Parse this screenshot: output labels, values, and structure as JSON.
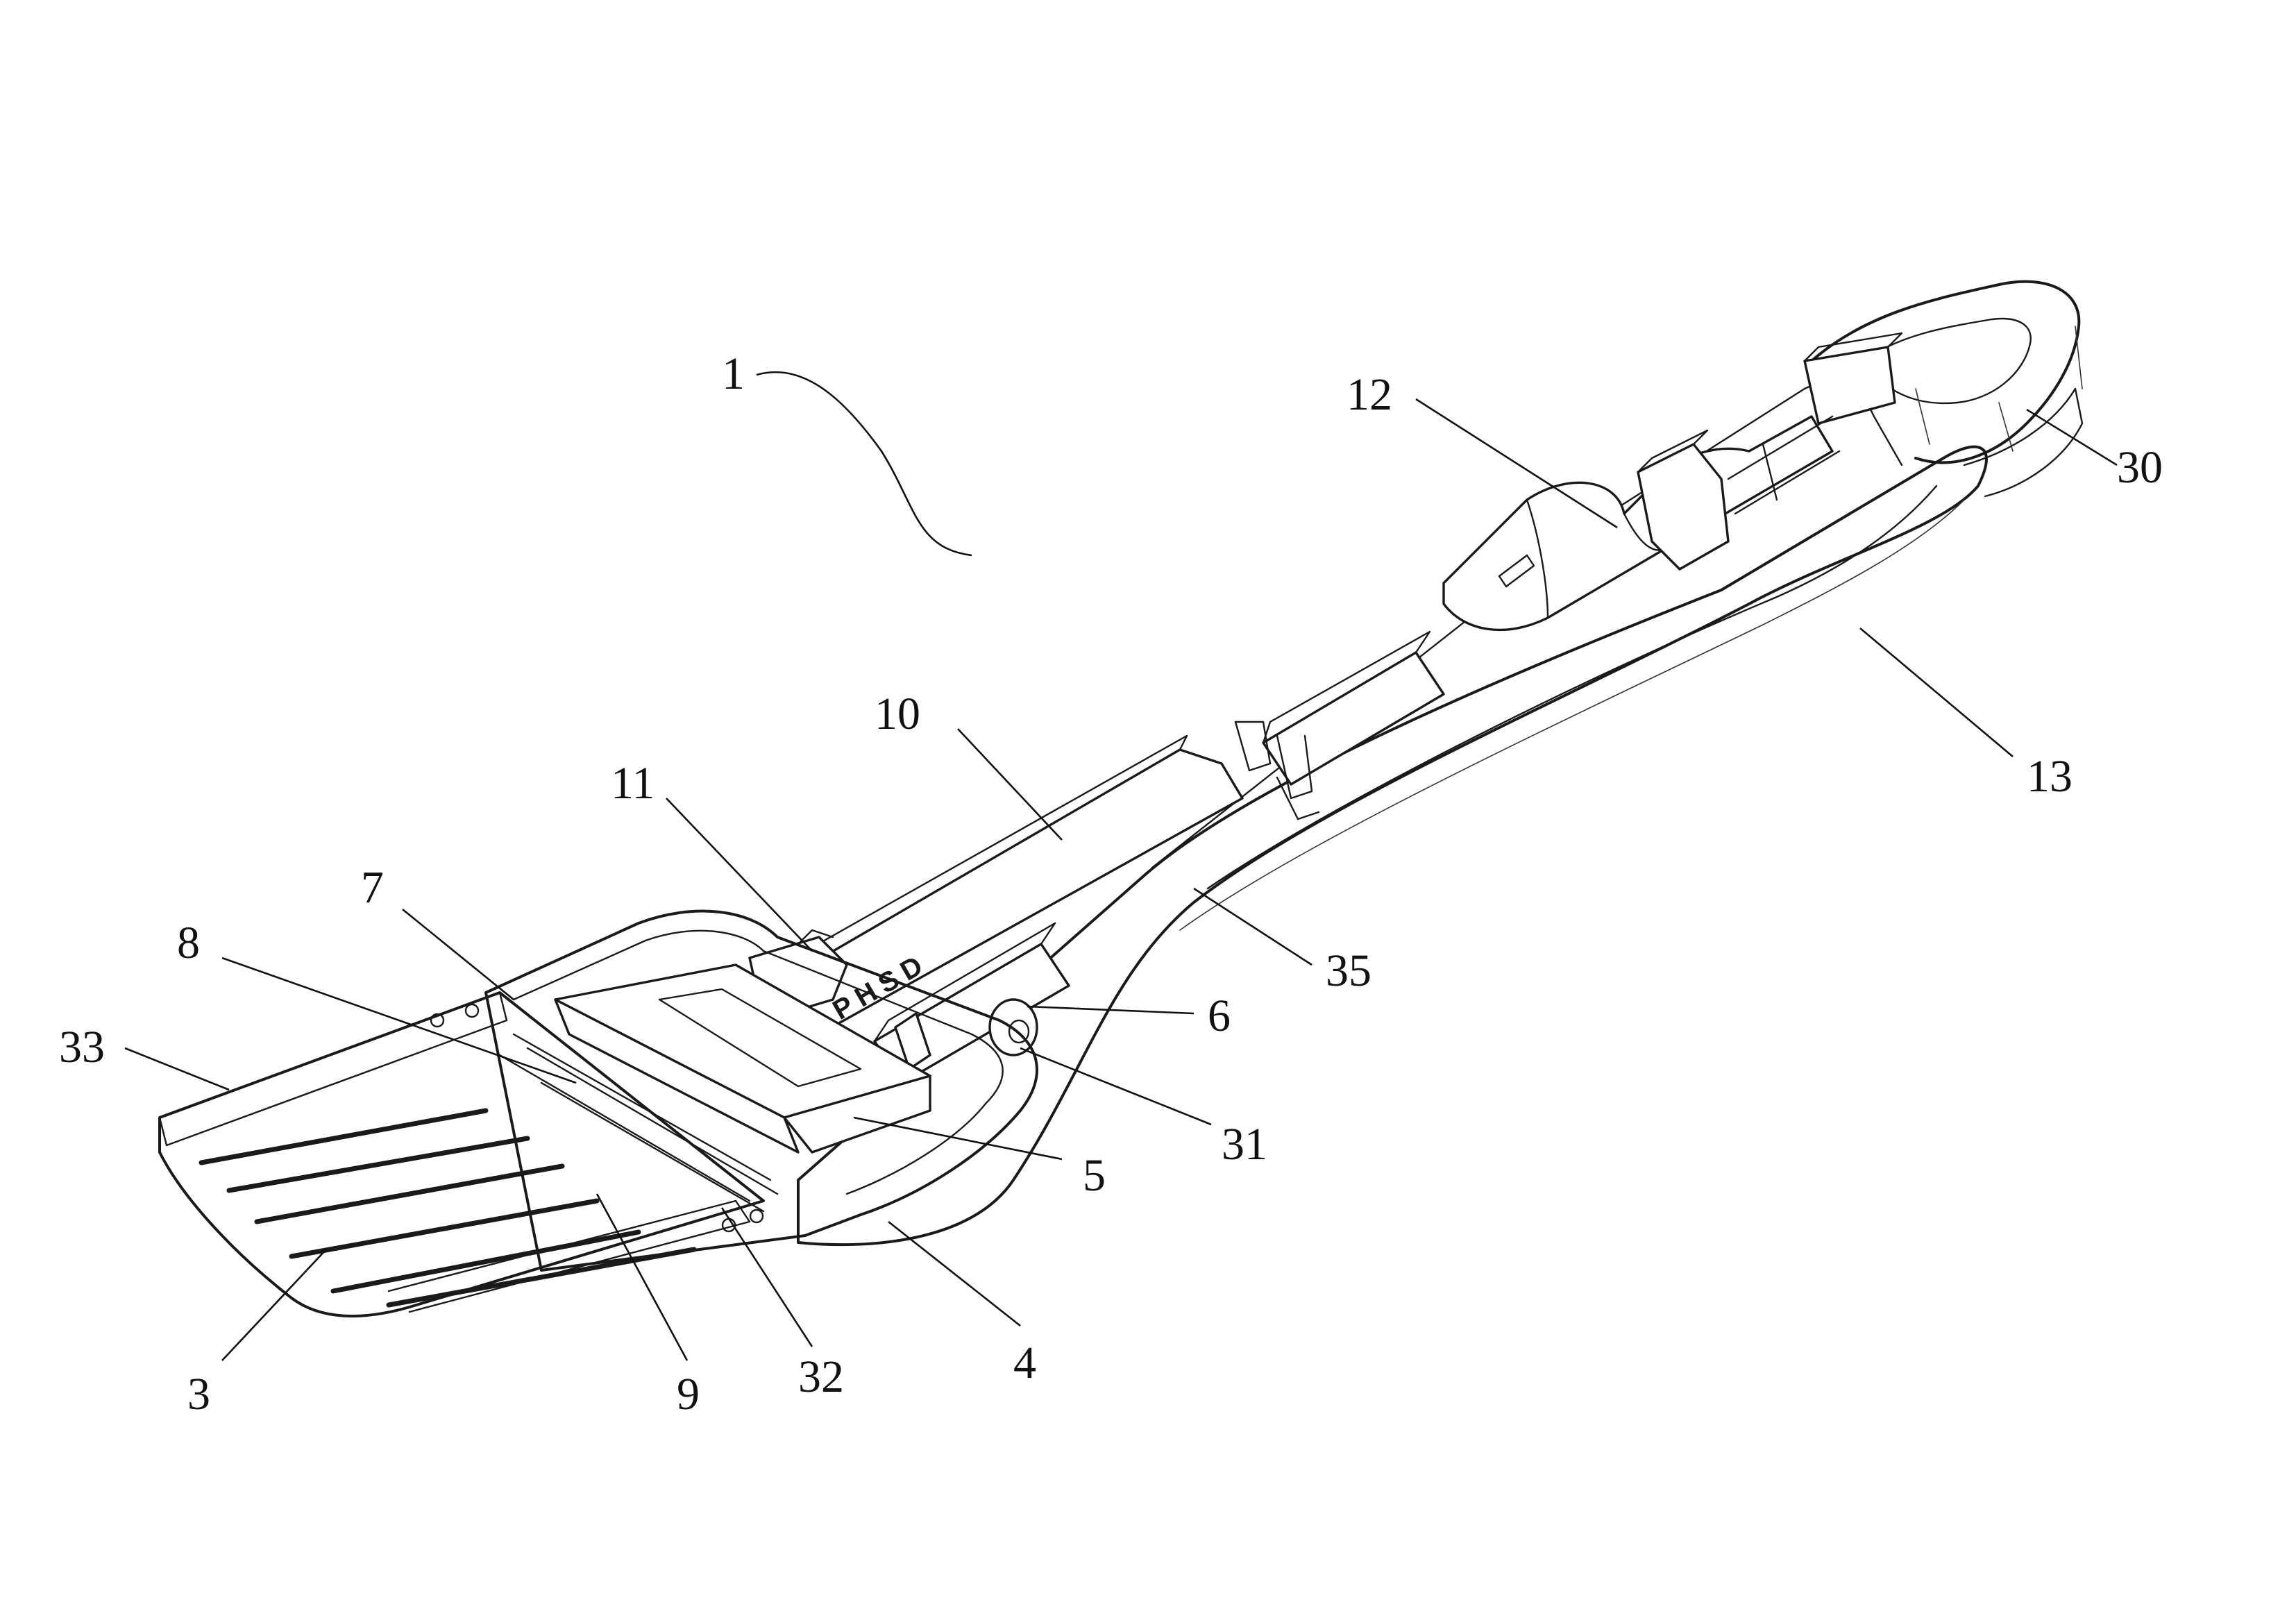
{
  "figure": {
    "reference_numerals": [
      {
        "id": "1",
        "text": "1"
      },
      {
        "id": "3",
        "text": "3"
      },
      {
        "id": "4",
        "text": "4"
      },
      {
        "id": "5",
        "text": "5"
      },
      {
        "id": "6",
        "text": "6"
      },
      {
        "id": "7",
        "text": "7"
      },
      {
        "id": "8",
        "text": "8"
      },
      {
        "id": "9",
        "text": "9"
      },
      {
        "id": "10",
        "text": "10"
      },
      {
        "id": "11",
        "text": "11"
      },
      {
        "id": "12",
        "text": "12"
      },
      {
        "id": "13",
        "text": "13"
      },
      {
        "id": "30",
        "text": "30"
      },
      {
        "id": "31",
        "text": "31"
      },
      {
        "id": "32",
        "text": "32"
      },
      {
        "id": "33",
        "text": "33"
      },
      {
        "id": "35",
        "text": "35"
      }
    ],
    "housing_marking": "PHSD"
  }
}
